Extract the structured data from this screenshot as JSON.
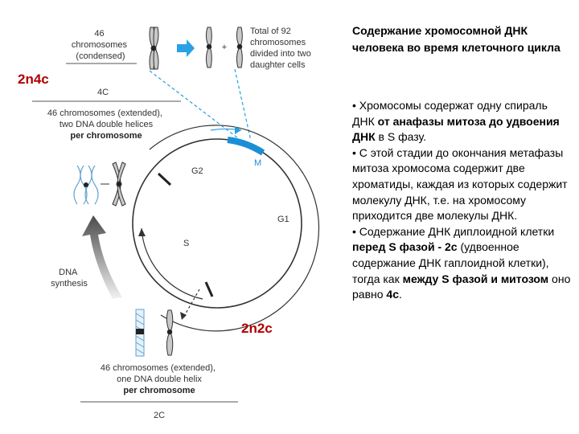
{
  "diagram": {
    "top_left": [
      "46",
      "chromosomes",
      "(condensed)"
    ],
    "top_right": [
      "Total of 92",
      "chromosomes",
      "divided into two",
      "daughter cells"
    ],
    "label_4c": "4C",
    "extended_two": [
      "46 chromosomes (extended),",
      "two DNA double helices"
    ],
    "extended_two_bold": "per chromosome",
    "phase_m": "M",
    "phase_g2": "G2",
    "phase_g1": "G1",
    "phase_s": "S",
    "dna_synthesis": [
      "DNA",
      "synthesis"
    ],
    "extended_one": [
      "46 chromosomes (extended),",
      "one DNA double helix"
    ],
    "extended_one_bold": "per chromosome",
    "label_2c": "2C",
    "plus_sign": "+",
    "colors": {
      "accent_red": "#b00000",
      "mitosis_blue": "#1a8fd6",
      "dash_blue": "#2a9de0",
      "arrow_blue": "#2aa0e6"
    }
  },
  "labels": {
    "ploidy_top": "2n4c",
    "ploidy_bottom": "2n2c"
  },
  "text": {
    "title": "Содержание хромосомной ДНК человека во время клеточного цикла",
    "p1_a": "• Хромосомы содержат одну спираль ДНК ",
    "p1_b": "от анафазы митоза до удвоения ДНК",
    "p1_c": " в S фазу.",
    "p2": "• С этой стадии до окончания метафазы митоза хромосома содержит две хроматиды, каждая из которых содержит молекулу ДНК, т.е. на хромосому приходится две молекулы ДНК.",
    "p3_a": "• Содержание ДНК диплоидной клетки ",
    "p3_b": "перед S фазой - 2c",
    "p3_c": " (удвоенное содержание ДНК гаплоидной клетки), тогда как ",
    "p3_d": "между S фазой и митозом",
    "p3_e": " оно равно ",
    "p3_f": "4с",
    "p3_g": "."
  }
}
